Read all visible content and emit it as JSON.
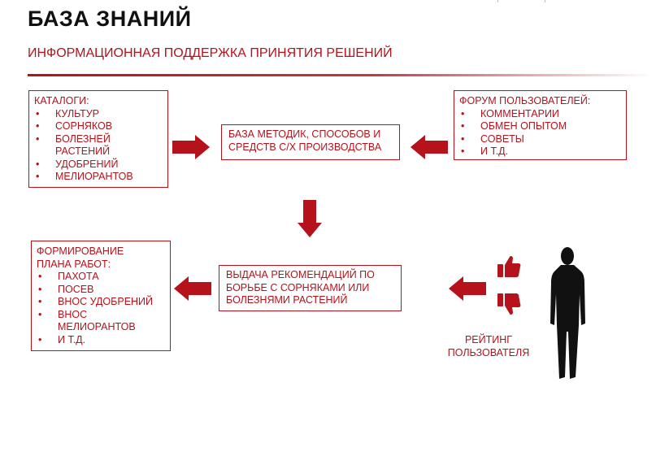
{
  "title": "БАЗА ЗНАНИЙ",
  "subtitle": "ИНФОРМАЦИОННАЯ ПОДДЕРЖКА ПРИНЯТИЯ РЕШЕНИЙ",
  "catalogs": {
    "heading": "КАТАЛОГИ:",
    "items": [
      "КУЛЬТУР",
      "СОРНЯКОВ",
      "БОЛЕЗНЕЙ РАСТЕНИЙ",
      "УДОБРЕНИЙ",
      "МЕЛИОРАНТОВ"
    ]
  },
  "methods": {
    "text": "БАЗА МЕТОДИК, СПОСОБОВ И СРЕДСТВ С/Х ПРОИЗВОДСТВА"
  },
  "forum": {
    "heading": "ФОРУМ ПОЛЬЗОВАТЕЛЕЙ:",
    "items": [
      "КОММЕНТАРИИ",
      "ОБМЕН ОПЫТОМ",
      "СОВЕТЫ",
      "И Т.Д."
    ]
  },
  "recommendations": {
    "text": "ВЫДАЧА РЕКОМЕНДАЦИЙ ПО БОРЬБЕ С СОРНЯКАМИ ИЛИ БОЛЕЗНЯМИ РАСТЕНИЙ"
  },
  "plan": {
    "heading": "ФОРМИРОВАНИЕ ПЛАНА РАБОТ:",
    "items": [
      "ПАХОТА",
      "ПОСЕВ",
      "ВНОС УДОБРЕНИЙ",
      "ВНОС МЕЛИОРАНТОВ",
      "И Т.Д."
    ]
  },
  "rating": {
    "label": "РЕЙТИНГ ПОЛЬЗОВАТЕЛЯ"
  },
  "icons": {
    "thumbs_up": "thumbs-up-icon",
    "thumbs_down": "thumbs-down-icon",
    "person": "person-silhouette-icon",
    "arrow": "arrow-icon"
  },
  "colors": {
    "accent": "#b5121b",
    "title": "#111111",
    "silhouette": "#111111"
  }
}
